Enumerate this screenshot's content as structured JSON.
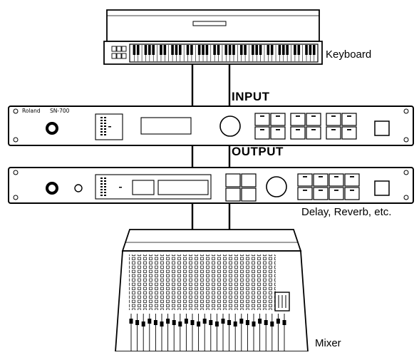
{
  "labels": {
    "keyboard": "Keyboard",
    "input": "INPUT",
    "output": "OUTPUT",
    "effects": "Delay, Reverb, etc.",
    "mixer": "Mixer"
  },
  "devices": {
    "vocoder_brand": "Roland",
    "vocoder_model": "SN-700"
  },
  "colors": {
    "ink": "#000000",
    "panel": "#ffffff",
    "display": "#f4f4f4"
  }
}
